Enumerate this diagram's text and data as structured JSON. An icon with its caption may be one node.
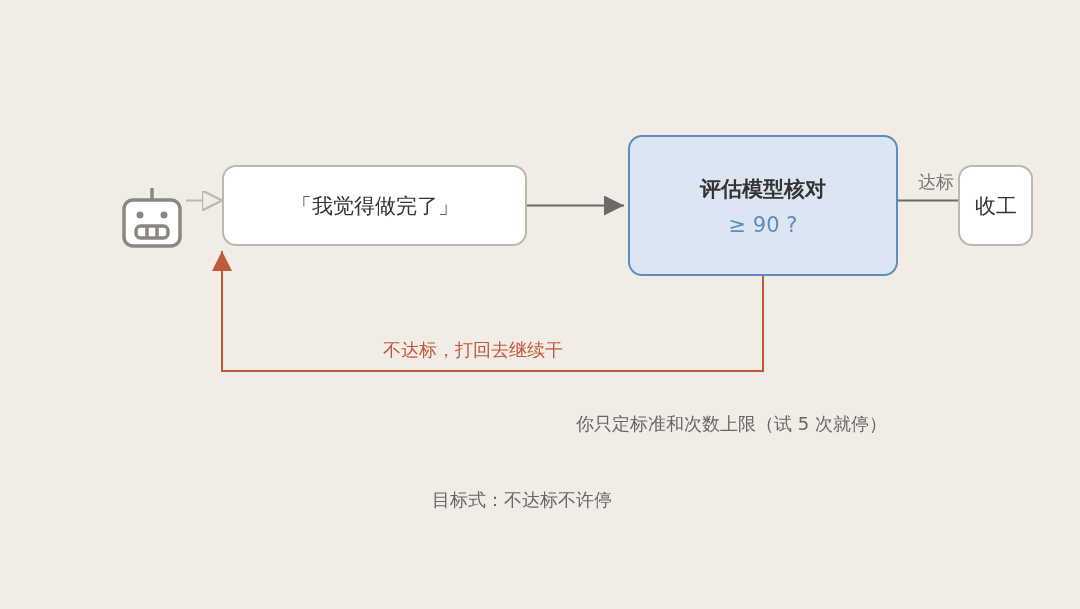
{
  "diagram": {
    "nodes": [
      {
        "text": [],
        "shape": "picture"
      },
      {
        "text": [
          "「我觉得做完了」"
        ]
      },
      {
        "text": [
          "评估模型核对",
          "≥ 90 ?"
        ]
      },
      {
        "text": [
          "收工"
        ]
      }
    ],
    "edges": [
      {
        "from": 0,
        "to": 1,
        "arrow": "to",
        "color": "#bdb8ae"
      },
      {
        "from": 1,
        "to": 2,
        "arrow": "to"
      },
      {
        "from": 2,
        "to": 3,
        "arrow": "none",
        "label": "达标"
      },
      {
        "from": 2,
        "to": 1,
        "arrow": "to",
        "label": "不达标，打回去继续干",
        "color": "#c0583a"
      }
    ],
    "labels": [
      "你只定标准和次数上限（试 5 次就停）",
      "目标式：不达标不许停"
    ]
  }
}
